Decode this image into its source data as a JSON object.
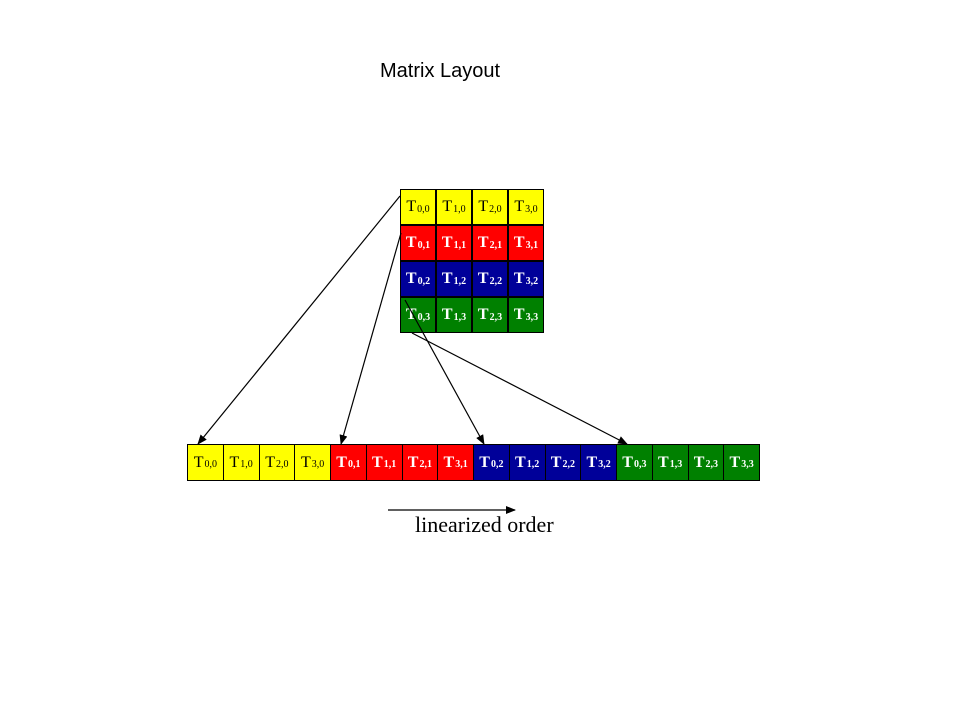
{
  "title": "Matrix Layout",
  "order_label": "linearized order",
  "colors": {
    "yellow": "#ffff00",
    "red": "#ff0000",
    "blue": "#000099",
    "green": "#008000"
  },
  "matrix_rows": [
    {
      "color": "yellow",
      "text_color": "#000000",
      "bold": false,
      "cells": [
        {
          "base": "T",
          "sub": "0,0"
        },
        {
          "base": "T",
          "sub": "1,0"
        },
        {
          "base": "T",
          "sub": "2,0"
        },
        {
          "base": "T",
          "sub": "3,0"
        }
      ]
    },
    {
      "color": "red",
      "text_color": "#ffffff",
      "bold": true,
      "cells": [
        {
          "base": "T",
          "sub": "0,1"
        },
        {
          "base": "T",
          "sub": "1,1"
        },
        {
          "base": "T",
          "sub": "2,1"
        },
        {
          "base": "T",
          "sub": "3,1"
        }
      ]
    },
    {
      "color": "blue",
      "text_color": "#ffffff",
      "bold": true,
      "cells": [
        {
          "base": "T",
          "sub": "0,2"
        },
        {
          "base": "T",
          "sub": "1,2"
        },
        {
          "base": "T",
          "sub": "2,2"
        },
        {
          "base": "T",
          "sub": "3,2"
        }
      ]
    },
    {
      "color": "green",
      "text_color": "#ffffff",
      "bold": true,
      "cells": [
        {
          "base": "T",
          "sub": "0,3"
        },
        {
          "base": "T",
          "sub": "1,3"
        },
        {
          "base": "T",
          "sub": "2,3"
        },
        {
          "base": "T",
          "sub": "3,3"
        }
      ]
    }
  ],
  "linear_cells": [
    {
      "base": "T",
      "sub": "0,0",
      "color": "yellow",
      "text_color": "#000000",
      "bold": false
    },
    {
      "base": "T",
      "sub": "1,0",
      "color": "yellow",
      "text_color": "#000000",
      "bold": false
    },
    {
      "base": "T",
      "sub": "2,0",
      "color": "yellow",
      "text_color": "#000000",
      "bold": false
    },
    {
      "base": "T",
      "sub": "3,0",
      "color": "yellow",
      "text_color": "#000000",
      "bold": false
    },
    {
      "base": "T",
      "sub": "0,1",
      "color": "red",
      "text_color": "#ffffff",
      "bold": true
    },
    {
      "base": "T",
      "sub": "1,1",
      "color": "red",
      "text_color": "#ffffff",
      "bold": true
    },
    {
      "base": "T",
      "sub": "2,1",
      "color": "red",
      "text_color": "#ffffff",
      "bold": true
    },
    {
      "base": "T",
      "sub": "3,1",
      "color": "red",
      "text_color": "#ffffff",
      "bold": true
    },
    {
      "base": "T",
      "sub": "0,2",
      "color": "blue",
      "text_color": "#ffffff",
      "bold": true
    },
    {
      "base": "T",
      "sub": "1,2",
      "color": "blue",
      "text_color": "#ffffff",
      "bold": true
    },
    {
      "base": "T",
      "sub": "2,2",
      "color": "blue",
      "text_color": "#ffffff",
      "bold": true
    },
    {
      "base": "T",
      "sub": "3,2",
      "color": "blue",
      "text_color": "#ffffff",
      "bold": true
    },
    {
      "base": "T",
      "sub": "0,3",
      "color": "green",
      "text_color": "#ffffff",
      "bold": true
    },
    {
      "base": "T",
      "sub": "1,3",
      "color": "green",
      "text_color": "#ffffff",
      "bold": true
    },
    {
      "base": "T",
      "sub": "2,3",
      "color": "green",
      "text_color": "#ffffff",
      "bold": true
    },
    {
      "base": "T",
      "sub": "3,3",
      "color": "green",
      "text_color": "#ffffff",
      "bold": true
    }
  ],
  "mappings": [
    {
      "from_row": 0,
      "to_index": 0
    },
    {
      "from_row": 1,
      "to_index": 4
    },
    {
      "from_row": 2,
      "to_index": 8
    },
    {
      "from_row": 3,
      "to_index": 12
    }
  ]
}
